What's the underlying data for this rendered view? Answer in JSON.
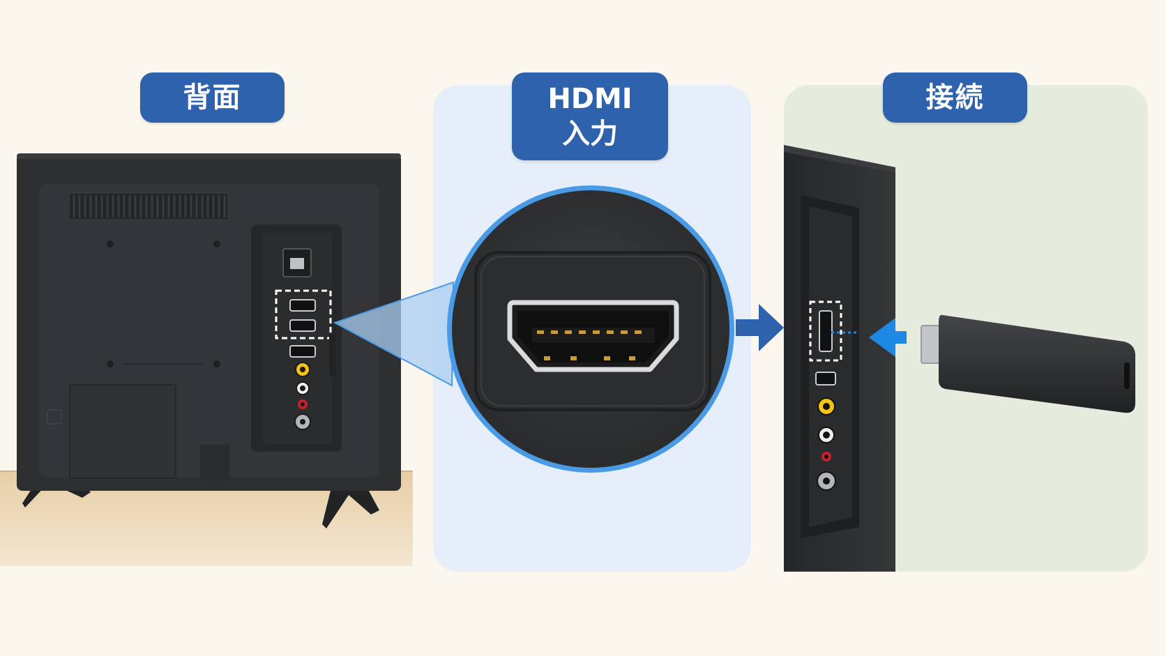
{
  "panels": {
    "back": {
      "label": "背面"
    },
    "hdmi": {
      "label_line1": "HDMI",
      "label_line2": "入力"
    },
    "connect": {
      "label": "接続"
    }
  },
  "colors": {
    "page_background": "#fbf7ee",
    "label_background": "#2e62ad",
    "label_text": "#ffffff",
    "hdmi_panel_background": "#e6eefa",
    "connect_panel_background": "#e5ecdd",
    "tv_body": "#2e2f31",
    "callout_blue": "#4a9ae6",
    "arrow_blue": "#2e62ad",
    "insert_arrow": "#1e88e5",
    "shelf": "#e3c9a0"
  },
  "icons": [
    "tv-back-illustration",
    "hdmi-port-closeup",
    "arrow-right-icon",
    "arrow-left-icon",
    "hdmi-stick"
  ]
}
